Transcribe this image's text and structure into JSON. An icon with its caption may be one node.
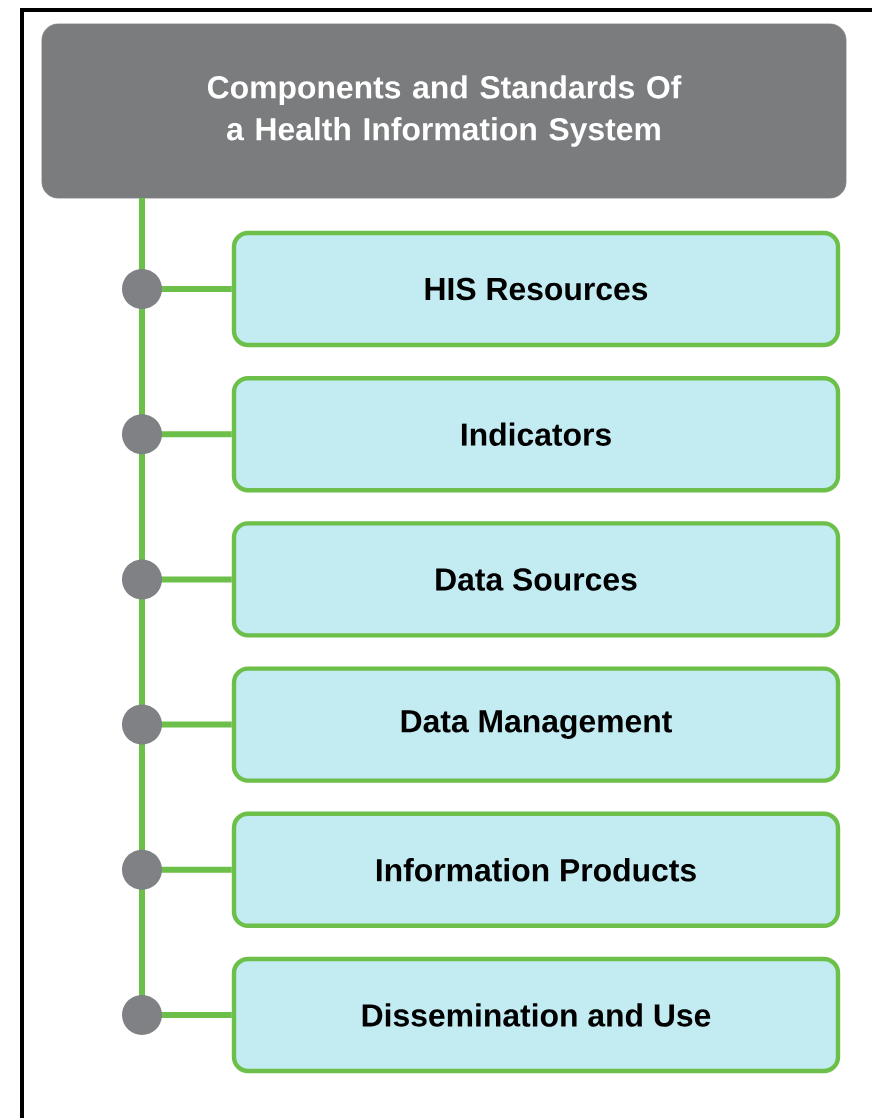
{
  "diagram": {
    "nodes": [
      {
        "text": [
          "Components and Standards Of a Health Information System"
        ]
      },
      {
        "text": [
          "HIS Resources"
        ]
      },
      {
        "text": [
          "Indicators"
        ]
      },
      {
        "text": [
          "Data Sources"
        ]
      },
      {
        "text": [
          "Data Management"
        ]
      },
      {
        "text": [
          "Information Products"
        ]
      },
      {
        "text": [
          "Dissemination and Use"
        ]
      }
    ],
    "edges": [
      {
        "from": 0,
        "to": 1,
        "arrow": "none"
      },
      {
        "from": 0,
        "to": 2,
        "arrow": "none"
      },
      {
        "from": 0,
        "to": 3,
        "arrow": "none"
      },
      {
        "from": 0,
        "to": 4,
        "arrow": "none"
      },
      {
        "from": 0,
        "to": 5,
        "arrow": "none"
      },
      {
        "from": 0,
        "to": 6,
        "arrow": "none"
      }
    ]
  }
}
